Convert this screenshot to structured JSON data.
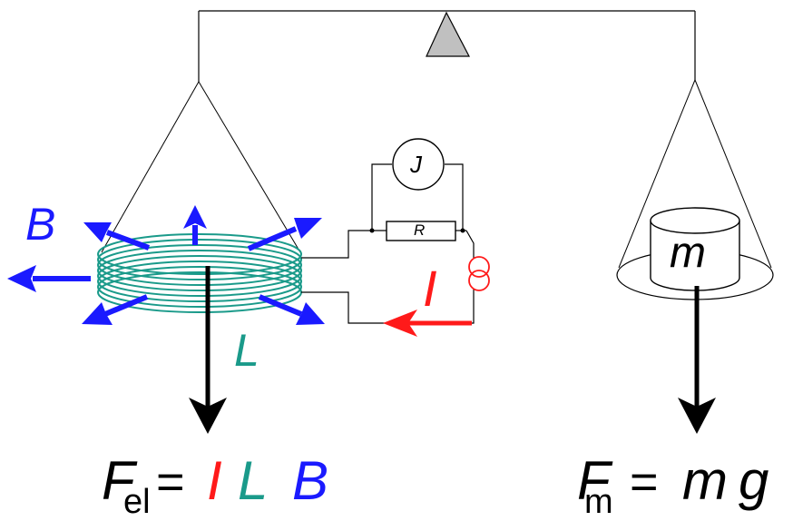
{
  "labels": {
    "field": "B",
    "length": "L",
    "current": "I",
    "meter": "J",
    "resistor": "R",
    "mass": "m"
  },
  "formula_electric": {
    "F": "F",
    "sub": "el",
    "eq": "=",
    "I": "I",
    "L": "L",
    "B": "B"
  },
  "formula_mass": {
    "F": "F",
    "sub": "m",
    "eq": "=",
    "m": "m",
    "g": "g"
  },
  "colors": {
    "field": "#1a1aff",
    "current": "#ff1a1a",
    "coil": "#1a9a8a",
    "force": "#000000",
    "pivot": "#c0c0c0"
  }
}
